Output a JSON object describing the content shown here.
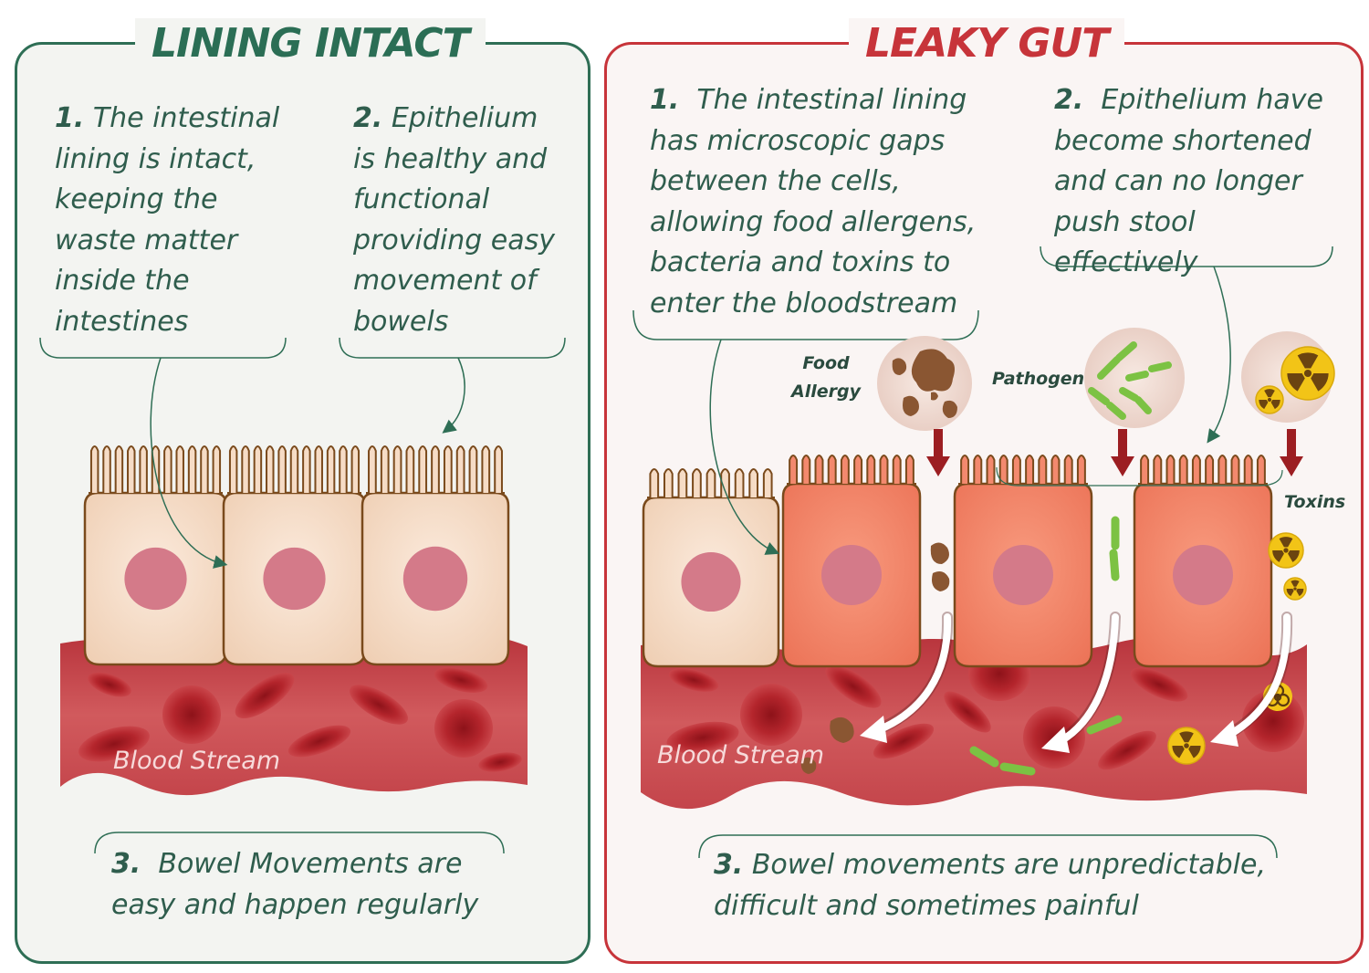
{
  "left_panel": {
    "title": "LINING INTACT",
    "note1": {
      "number": "1.",
      "text": "The intestinal\nlining is intact,\nkeeping the\nwaste matter\ninside the\nintestines"
    },
    "note2": {
      "number": "2.",
      "text": "Epithelium\nis healthy and\nfunctional\nproviding easy\nmovement of\nbowels"
    },
    "note3": {
      "number": "3.",
      "text": "Bowel Movements are\neasy and happen regularly"
    },
    "blood_label": "Blood Stream"
  },
  "right_panel": {
    "title": "LEAKY GUT",
    "note1": {
      "number": "1.",
      "text": "The intestinal lining\nhas microscopic gaps\nbetween the cells,\nallowing food allergens,\nbacteria and toxins to\nenter the bloodstream"
    },
    "note2": {
      "number": "2.",
      "text": "Epithelium have\nbecome shortened\nand can no longer\npush stool effectively"
    },
    "note3": {
      "number": "3.",
      "text": "Bowel movements are unpredictable,\ndifficult and sometimes painful"
    },
    "label_food": "Food\nAllergy",
    "label_pathogen": "Pathogen",
    "label_toxins": "Toxins",
    "blood_label": "Blood Stream"
  },
  "colors": {
    "healthy_accent": "#2b6e55",
    "leaky_accent": "#c7343a",
    "healthy_cell": "#f6dcc6",
    "inflamed_cell": "#f2876c",
    "nucleus": "#d47a89",
    "blood_vessel": "#c9484d",
    "red_blood_cell": "#a91f26",
    "bacteria": "#7cc243",
    "allergen": "#8a5632",
    "toxin": "#f2c417"
  },
  "icons": [
    "allergen-icon",
    "bacteria-icon",
    "radiation-icon",
    "biohazard-icon",
    "arrow-down-icon",
    "curved-arrow-icon"
  ]
}
